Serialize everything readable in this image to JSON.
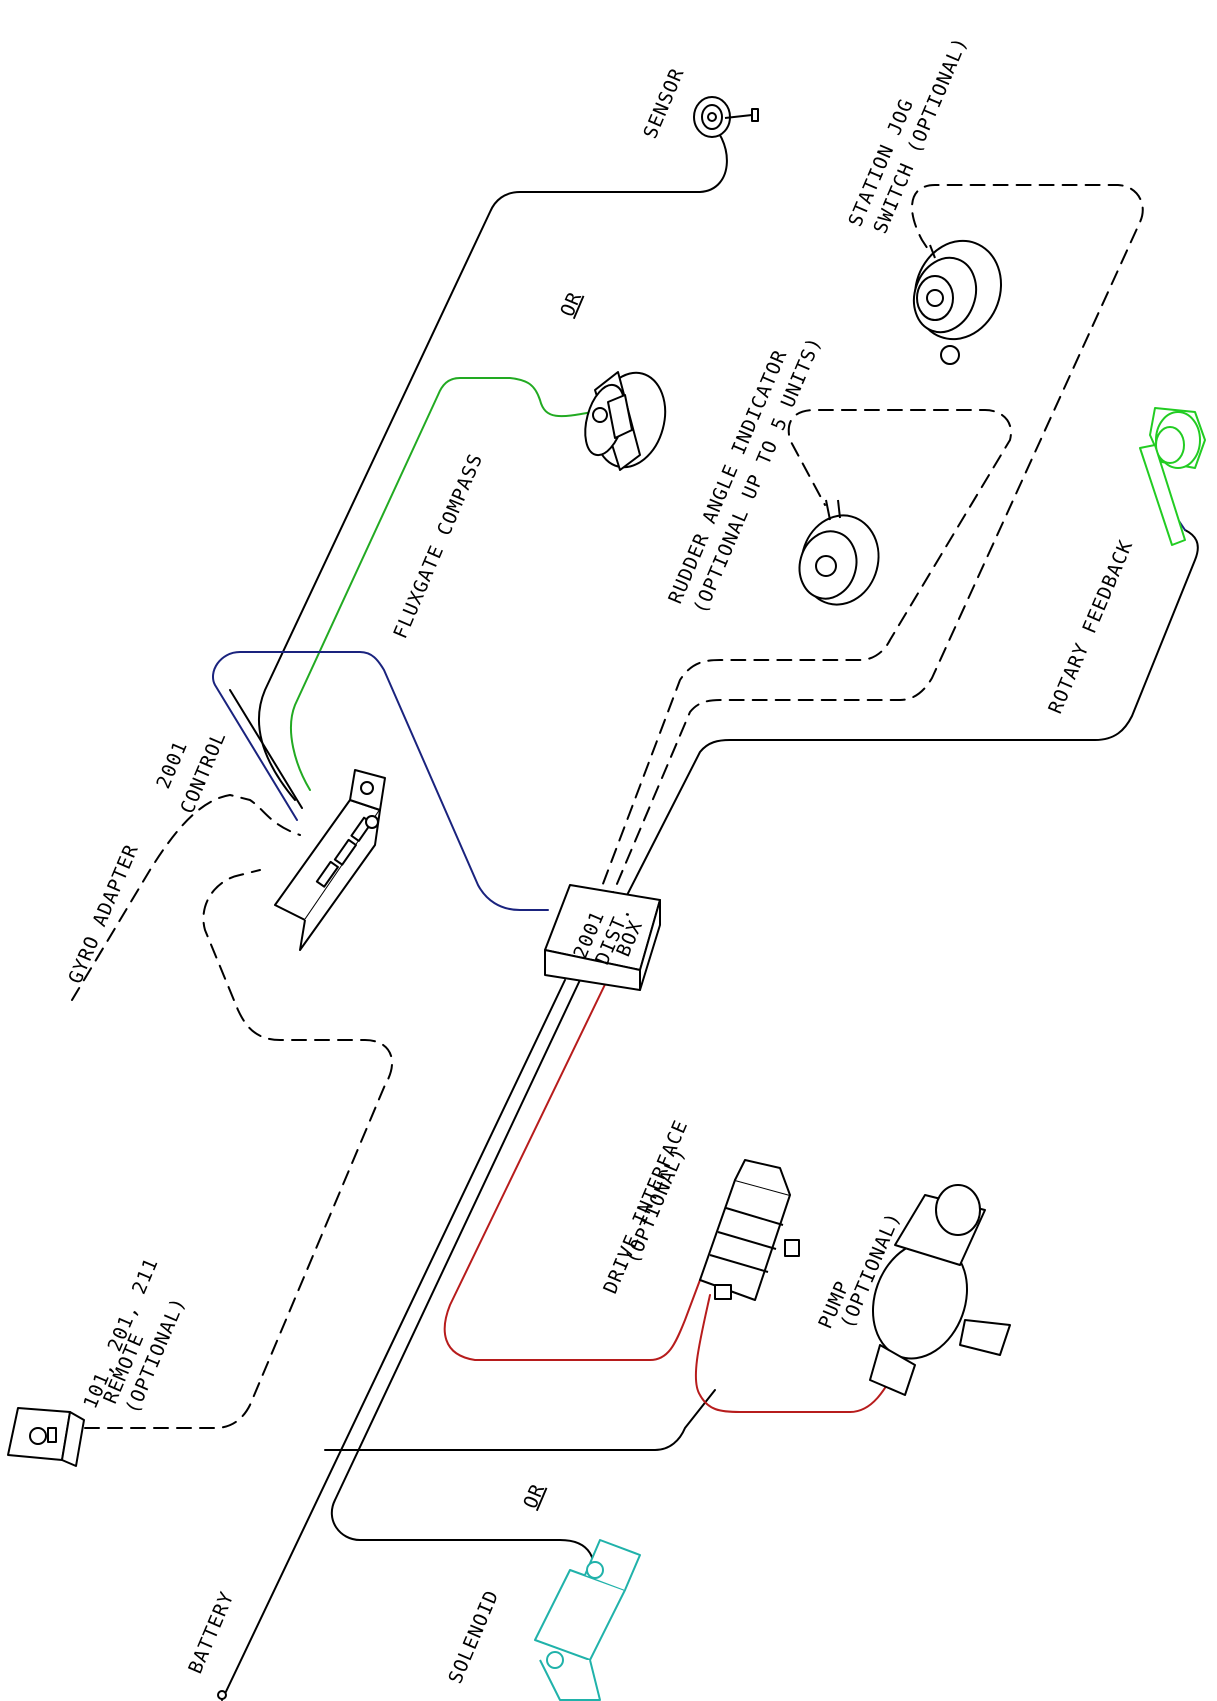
{
  "colors": {
    "line": "#000000",
    "compass_wire": "#22aa22",
    "control_wire": "#1a237e",
    "drive_wire": "#b71c1c",
    "rotary_feedback": "#22cc22",
    "solenoid": "#20b2aa"
  },
  "labels": {
    "sensor": "SENSOR",
    "station_jog_1": "STATION JOG",
    "station_jog_2": "SWITCH (OPTIONAL)",
    "or_top": "OR",
    "fluxgate": "FLUXGATE COMPASS",
    "rudder_1": "RUDDER ANGLE INDICATOR",
    "rudder_2": "(OPTIONAL UP TO 5 UNITS)",
    "rotary_feedback": "ROTARY FEEDBACK",
    "control_1": "2001",
    "control_2": "CONTROL",
    "dist_box_1": "2001",
    "dist_box_2": "DIST.",
    "dist_box_3": "BOX",
    "gyro_adapter": "GYRO ADAPTER",
    "remote_1": "101, 201, 211",
    "remote_2": "REMOTE",
    "remote_3": "(OPTIONAL)",
    "drive_1": "DRIVE INTERFACE",
    "drive_2": "(OPTIONAL)",
    "pump_1": "PUMP",
    "pump_2": "(OPTIONAL)",
    "or_bottom": "OR",
    "battery": "BATTERY",
    "solenoid": "SOLENOID"
  },
  "components": {
    "sensor": "sensor-icon",
    "station_jog": "jog-switch-icon",
    "fluxgate": "compass-icon",
    "rudder": "rudder-indicator-icon",
    "rotary": "rotary-feedback-icon",
    "control": "control-unit-icon",
    "dist_box": "distribution-box-icon",
    "remote": "remote-icon",
    "drive": "drive-interface-icon",
    "pump": "pump-icon",
    "solenoid": "solenoid-icon"
  }
}
